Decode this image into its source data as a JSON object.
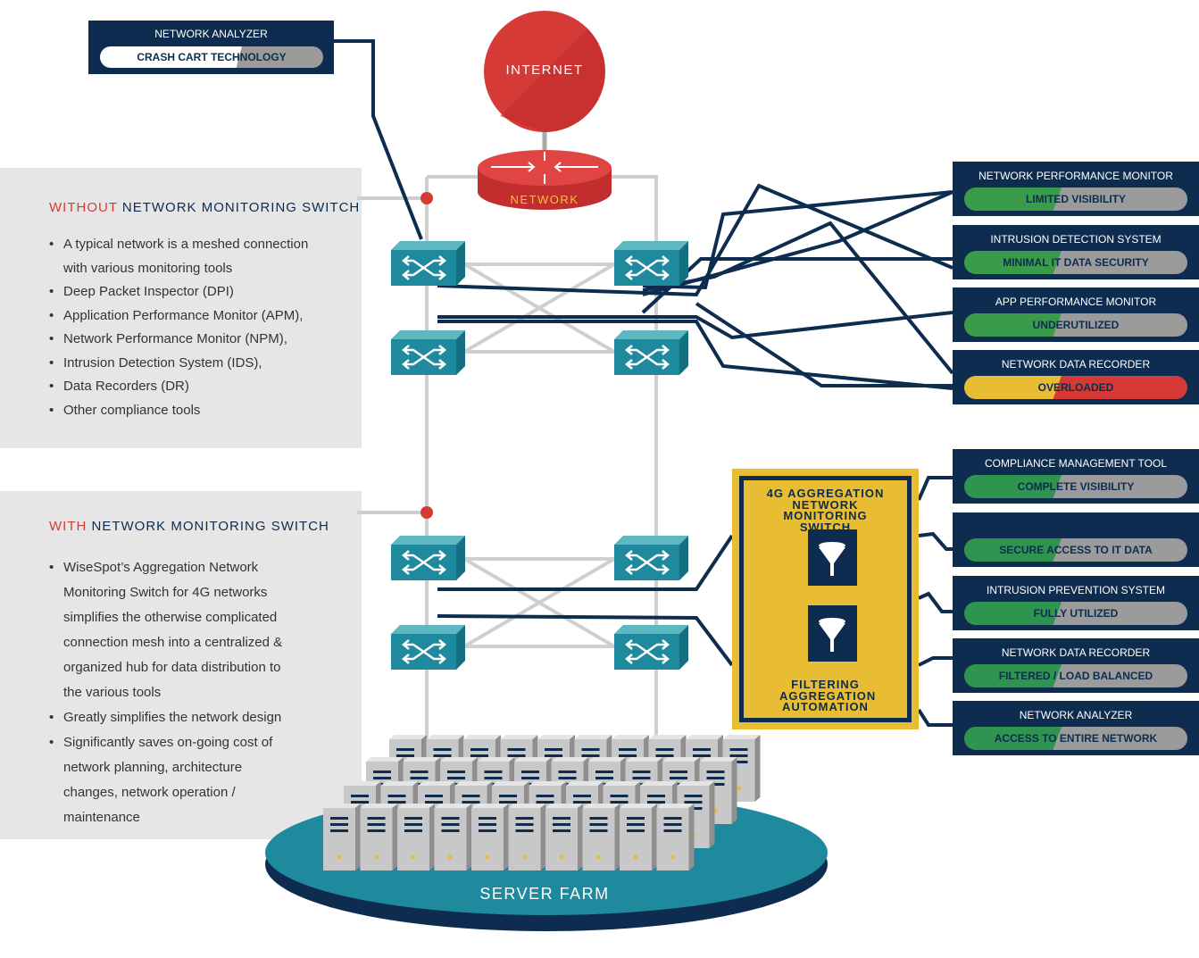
{
  "top_analyzer": {
    "title": "NETWORK ANALYZER",
    "status": "CRASH CART TECHNOLOGY"
  },
  "internet": {
    "label": "INTERNET"
  },
  "network": {
    "label": "NETWORK"
  },
  "server_farm": {
    "label": "SERVER FARM"
  },
  "without_panel": {
    "heading_prefix": "WITHOUT",
    "heading_rest": " NETWORK MONITORING SWITCH",
    "items": [
      "A typical network is a meshed connection with various monitoring tools",
      "Deep Packet Inspector (DPI)",
      "Application Performance Monitor (APM),",
      "Network Performance Monitor (NPM),",
      "Intrusion Detection System (IDS),",
      "Data Recorders (DR)",
      "Other compliance tools"
    ]
  },
  "with_panel": {
    "heading_prefix": "WITH",
    "heading_rest": " NETWORK MONITORING SWITCH",
    "items": [
      "WiseSpot’s Aggregation Network Monitoring Switch for 4G networks simplifies the otherwise complicated connection mesh into a centralized & organized hub for data distribution to the various tools",
      "Greatly simplifies the network design",
      "Significantly saves on-going cost of network planning, architecture changes, network operation / maintenance"
    ]
  },
  "aggregation_switch": {
    "title": "4G AGGREGATION NETWORK MONITORING SWITCH",
    "features": "FILTERING AGGREGATION AUTOMATION",
    "icons": [
      "funnel-icon",
      "funnel-icon"
    ]
  },
  "tools_without": [
    {
      "title": "NETWORK PERFORMANCE MONITOR",
      "status": "LIMITED VISIBILITY",
      "colors": [
        "#3a9c4a",
        "#9b9b9b"
      ]
    },
    {
      "title": "INTRUSION DETECTION SYSTEM",
      "status": "MINIMAL IT DATA SECURITY",
      "colors": [
        "#3a9c4a",
        "#9b9b9b"
      ]
    },
    {
      "title": "APP PERFORMANCE MONITOR",
      "status": "UNDERUTILIZED",
      "colors": [
        "#3a9c4a",
        "#9b9b9b"
      ]
    },
    {
      "title": "NETWORK DATA RECORDER",
      "status": "OVERLOADED",
      "colors": [
        "#e8bd33",
        "#d63a37"
      ]
    }
  ],
  "tools_with": [
    {
      "title": "COMPLIANCE MANAGEMENT TOOL",
      "status": "COMPLETE VISIBILITY",
      "colors": [
        "#2e9450",
        "#9b9b9b"
      ]
    },
    {
      "title": "",
      "status": "SECURE ACCESS TO IT DATA",
      "colors": [
        "#2e9450",
        "#9b9b9b"
      ]
    },
    {
      "title": "INTRUSION PREVENTION  SYSTEM",
      "status": "FULLY UTILIZED",
      "colors": [
        "#2e9450",
        "#9b9b9b"
      ]
    },
    {
      "title": "NETWORK DATA RECORDER",
      "status": "FILTERED / LOAD BALANCED",
      "colors": [
        "#2e9450",
        "#9b9b9b"
      ]
    },
    {
      "title": "NETWORK ANALYZER",
      "status": "ACCESS TO ENTIRE NETWORK",
      "colors": [
        "#2e9450",
        "#9b9b9b"
      ]
    }
  ],
  "colors": {
    "navy": "#0d2c4f",
    "red": "#d63a37",
    "teal": "#1f8a9e",
    "yellow": "#e8bd33",
    "gray_panel": "#e6e6e6"
  }
}
